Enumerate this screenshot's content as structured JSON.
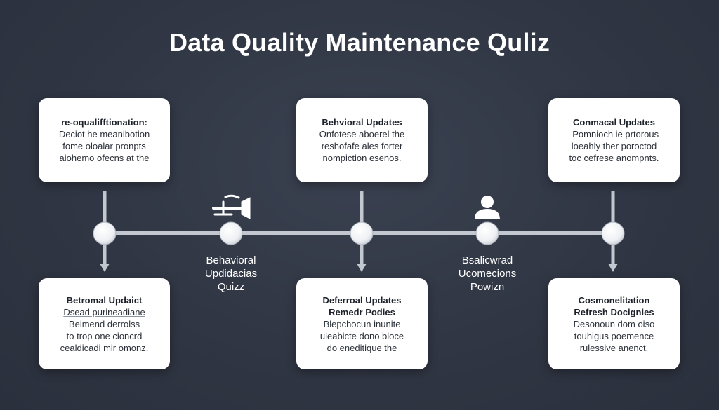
{
  "title": "Data Quality Maintenance Quliz",
  "top_cards": [
    {
      "title": "re-oqualifftionation:",
      "lines": [
        "Deciot he meanibotion",
        "fome oloalar pronpts",
        "aiohemo ofecns at the"
      ]
    },
    {
      "title": "Behvioral Updates",
      "lines": [
        "Onfotese aboerel the",
        "reshofafe ales forter",
        "nompiction esenos."
      ]
    },
    {
      "title": "Conmacal Updates",
      "lines": [
        "-Pomnioch ie prtorous",
        "loeahly ther poroctod",
        "toc cefrese anompnts."
      ]
    }
  ],
  "bottom_cards": [
    {
      "title": "Betromal Updaict",
      "lines": [
        "Dsead purineadiane",
        "Beimend derrolss",
        "to trop one cioncrd",
        "cealdicadi mir omonz."
      ]
    },
    {
      "title": "Deferroal Updates",
      "lines": [
        "Remedr Podies",
        "Blepchocun inunite",
        "uleabicte dono bloce",
        "do eneditique the"
      ]
    },
    {
      "title": "Cosmonelitation",
      "lines": [
        "Refresh Docignies",
        "Desonoun dom oiso",
        "touhigus poemence",
        "rulessive anenct."
      ]
    }
  ],
  "node_labels": [
    {
      "lines": [
        "Behavioral",
        "Updidacias",
        "Quizz"
      ]
    },
    {
      "lines": [
        "Bsalicwrad",
        "Ucomecions",
        "Powizn"
      ]
    }
  ],
  "colors": {
    "background": "#2f3542",
    "line": "#c8ccd3",
    "node": "#f4f5f7",
    "card": "#ffffff"
  },
  "icons": [
    "horn-icon",
    "person-icon"
  ]
}
